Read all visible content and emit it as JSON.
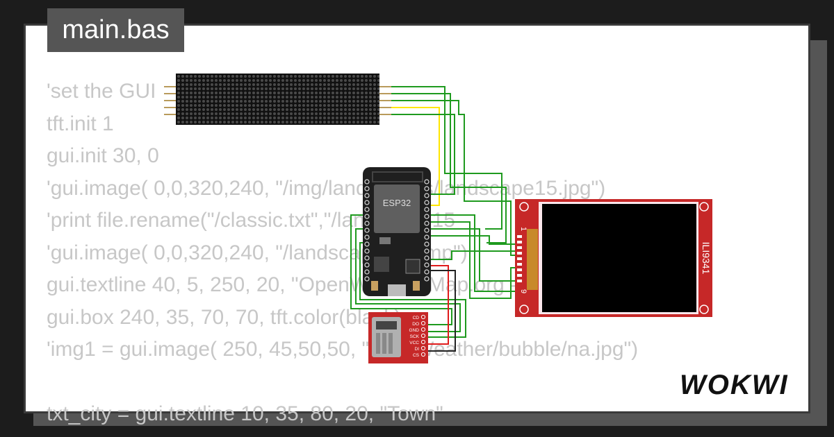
{
  "file_tab": {
    "name": "main.bas"
  },
  "code_lines": [
    "'set the GUI",
    "tft.init 1",
    "gui.init 30, 0",
    "'gui.image( 0,0,320,240, \"/img/landscapes/landscape15.jpg\")",
    "'print file.rename(\"/classic.txt\",\"/landscape15",
    "'gui.image( 0,0,320,240, \"/landscape15.bmp\")",
    "gui.textline 40, 5, 250, 20, \"OpenWeatherMap.org - ESP32 x32 GU",
    "gui.box 240, 35, 70, 70, tft.color(black)",
    "'img1 = gui.image( 250, 45,50,50, \"/img/Weather/bubble/na.jpg\")",
    "",
    "txt_city = gui.textline 10, 35, 80, 20, \"Town\""
  ],
  "components": {
    "mcu": {
      "label": "ESP32"
    },
    "display": {
      "label": "ILI9341",
      "pin_first": "1",
      "pin_last": "9"
    },
    "sd_card": {
      "pins": [
        "CD",
        "DO",
        "GND",
        "SCK",
        "VCC",
        "DI",
        "CS"
      ]
    }
  },
  "brand": {
    "name": "WOKWI"
  },
  "colors": {
    "wire_green": "#1e9a1e",
    "wire_yellow": "#ffe600",
    "wire_red": "#e01b1b",
    "wire_black": "#222222",
    "pcb_red": "#c62828",
    "pcb_black": "#1f1f1f",
    "code_text": "#c7c7c7",
    "tab_bg": "#555555"
  }
}
